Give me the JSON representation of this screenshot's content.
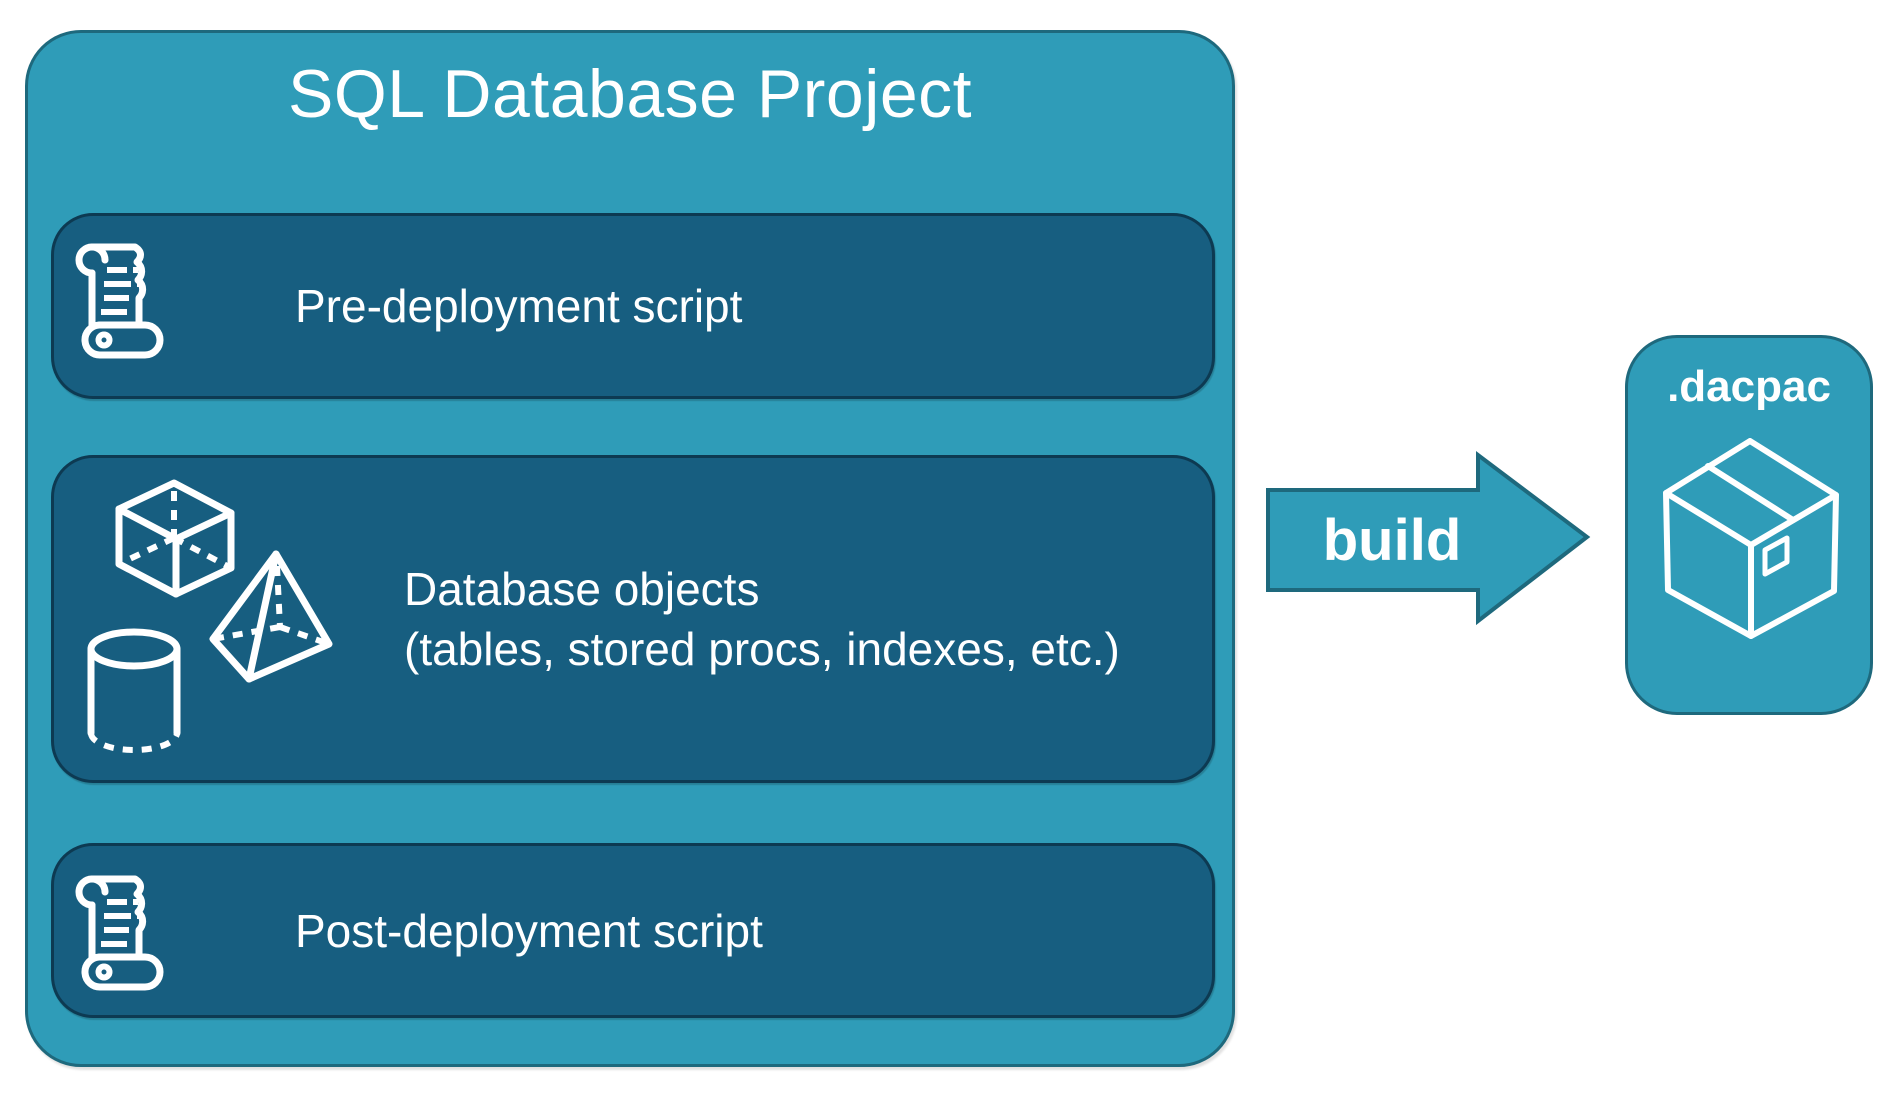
{
  "project": {
    "title": "SQL Database Project",
    "rows": [
      {
        "label": "Pre-deployment script",
        "icon": "scroll-icon"
      },
      {
        "line1": "Database objects",
        "line2": "(tables, stored procs, indexes, etc.)",
        "icon": "shapes-3d-icon"
      },
      {
        "label": "Post-deployment script",
        "icon": "scroll-icon"
      }
    ]
  },
  "arrow": {
    "label": "build",
    "direction": "right"
  },
  "output": {
    "label": ".dacpac",
    "icon": "package-icon"
  },
  "colors": {
    "teal_fill": "#2F9CB8",
    "teal_border": "#1E697D",
    "dark_fill": "#175E80",
    "dark_border": "#0D3A52",
    "text": "#FFFFFF",
    "background": "#FFFFFF"
  }
}
